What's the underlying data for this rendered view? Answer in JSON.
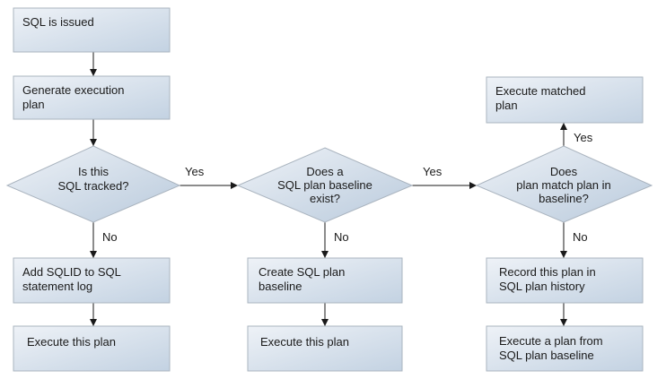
{
  "nodes": {
    "sql_issued": {
      "lines": [
        "SQL is issued"
      ]
    },
    "generate_plan": {
      "lines": [
        "Generate execution",
        "plan"
      ]
    },
    "is_tracked": {
      "lines": [
        "Is this",
        "SQL tracked?"
      ]
    },
    "add_sqlid": {
      "lines": [
        "Add SQLID to SQL",
        "statement log"
      ]
    },
    "execute_this_plan_1": {
      "lines": [
        "Execute this plan"
      ]
    },
    "baseline_exists": {
      "lines": [
        "Does a",
        "SQL plan baseline",
        "exist?"
      ]
    },
    "create_baseline": {
      "lines": [
        "Create SQL plan",
        "baseline"
      ]
    },
    "execute_this_plan_2": {
      "lines": [
        "Execute this plan"
      ]
    },
    "plan_matches": {
      "lines": [
        "Does",
        "plan match plan in",
        "baseline?"
      ]
    },
    "execute_matched": {
      "lines": [
        "Execute matched",
        "plan"
      ]
    },
    "record_plan": {
      "lines": [
        "Record this plan in",
        "SQL plan history"
      ]
    },
    "execute_from_baseline": {
      "lines": [
        "Execute a plan from",
        "SQL plan baseline"
      ]
    }
  },
  "edges": {
    "tracked_yes": "Yes",
    "tracked_no": "No",
    "baseline_yes": "Yes",
    "baseline_no": "No",
    "match_yes": "Yes",
    "match_no": "No"
  },
  "colors": {
    "box_light": "#eef2f7",
    "box_dark": "#c3d2e2",
    "border": "#aab4bf",
    "line": "#1a1a1a"
  }
}
